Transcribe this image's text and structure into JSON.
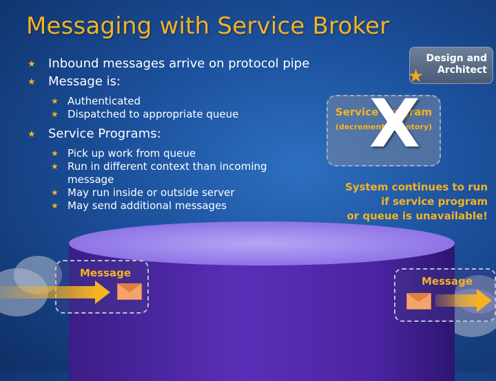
{
  "title": "Messaging with Service Broker",
  "bullets": {
    "inbound": "Inbound messages arrive on protocol pipe",
    "message_is": "Message is:",
    "message_is_items": [
      "Authenticated",
      "Dispatched to appropriate queue"
    ],
    "service_programs": "Service Programs:",
    "service_program_items": [
      "Pick up work from queue",
      "Run in different context than incoming message",
      "May run inside or outside server",
      "May send additional messages"
    ]
  },
  "badge": {
    "text": "Design and\nArchitect",
    "icon": "star-icon"
  },
  "service_program_box": {
    "title": "Service Program",
    "subtitle": "(decrement inventory)",
    "x_mark": "X"
  },
  "warning": "System continues to run\nif service program\nor queue is unavailable!",
  "left_message": {
    "label": "Message"
  },
  "right_message": {
    "label": "Message"
  },
  "colors": {
    "accent": "#f5b323",
    "background": "#1b4f9a",
    "cylinder": "#5a2fb8"
  }
}
